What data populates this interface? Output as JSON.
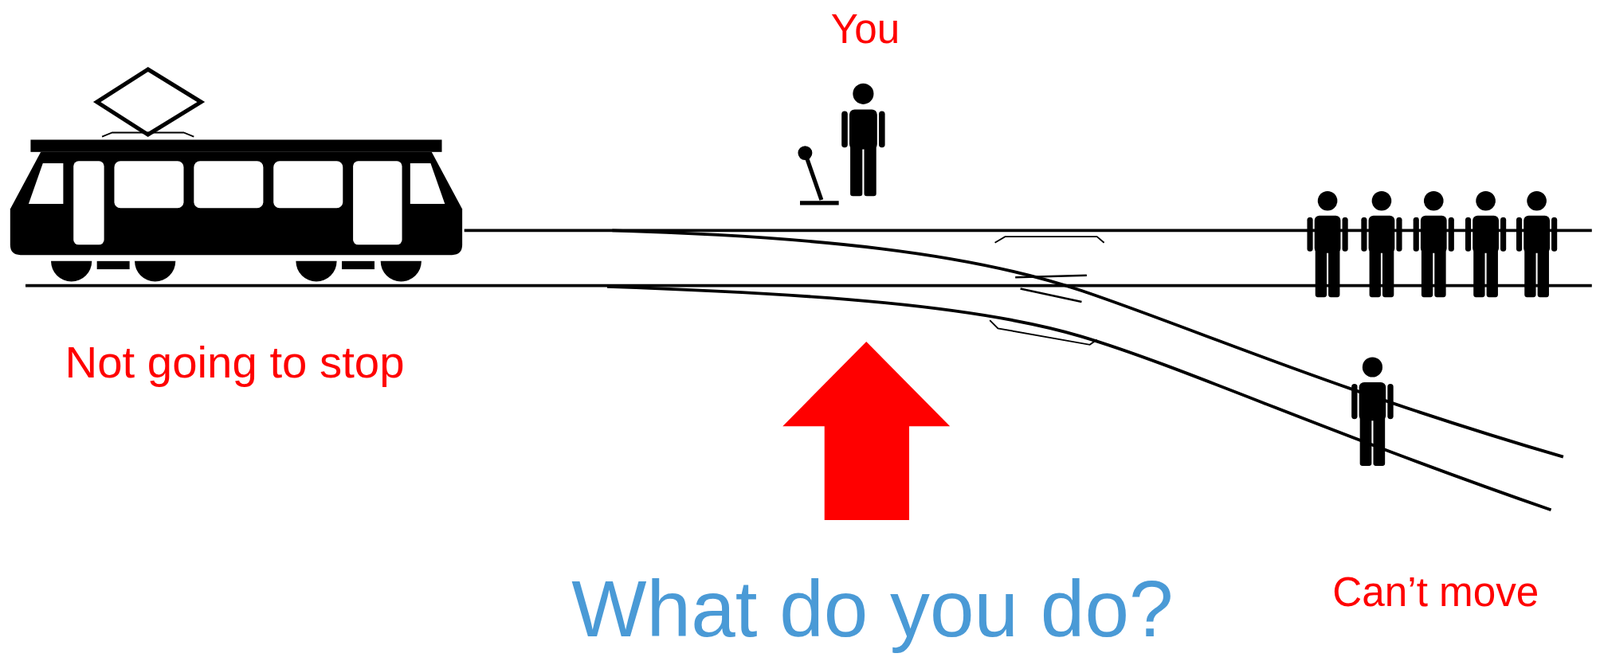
{
  "diagram": {
    "title": "What do you do?",
    "labels": [
      "You",
      "Not going to stop",
      "Can’t move"
    ]
  }
}
